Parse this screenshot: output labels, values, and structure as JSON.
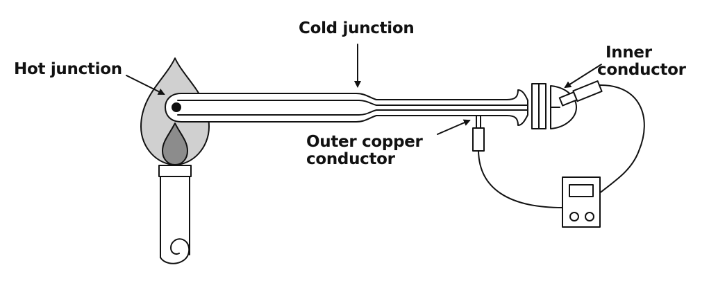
{
  "labels": {
    "cold_junction": "Cold junction",
    "hot_junction": "Hot junction",
    "inner_conductor": [
      "Inner",
      "conductor"
    ],
    "outer_copper_conductor": [
      "Outer copper",
      "conductor"
    ]
  },
  "colors": {
    "stroke": "#111111",
    "flame_outer": "#d0d0d0",
    "flame_inner": "#8c8c8c",
    "background": "#ffffff"
  }
}
